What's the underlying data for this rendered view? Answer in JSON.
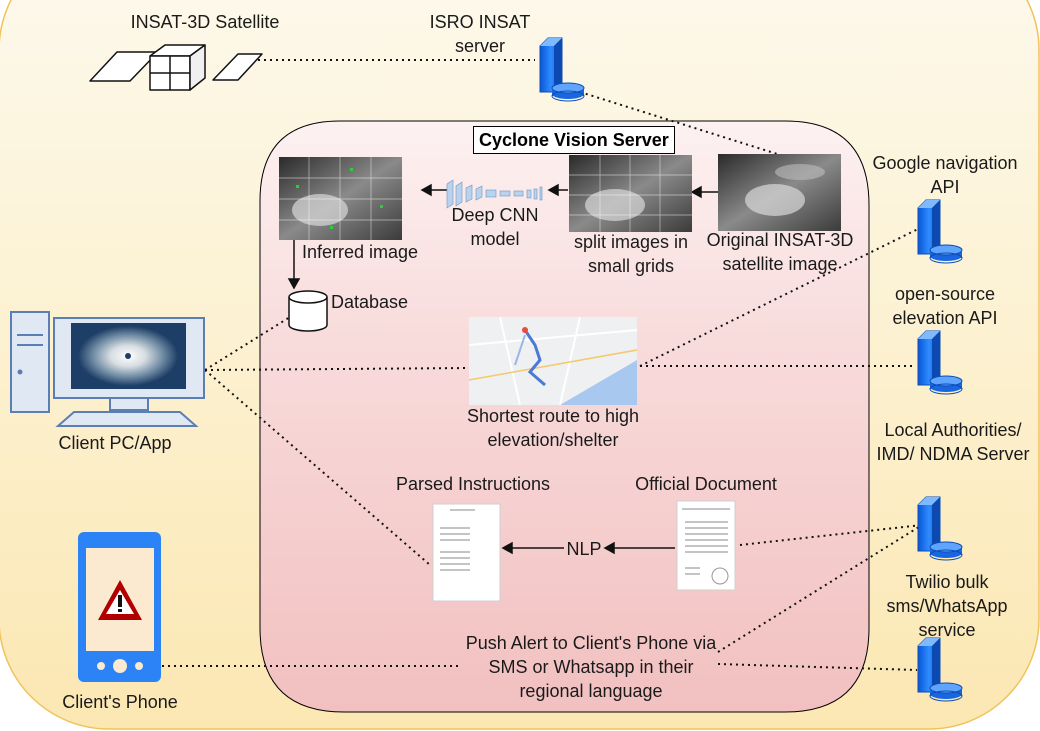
{
  "title": "Cyclone Vision Server",
  "nodes": {
    "satellite": "INSAT-3D Satellite",
    "isro_server": "ISRO INSAT server",
    "original_image": "Original INSAT-3D satellite image",
    "split_images": "split images in small grids",
    "cnn_model": "Deep CNN model",
    "inferred_image": "Inferred image",
    "database": "Database",
    "google_api": "Google navigation API",
    "elevation_api": "open-source elevation API",
    "shortest_route": "Shortest route to high elevation/shelter",
    "client_pc": "Client PC/App",
    "authorities_server": "Local Authorities/ IMD/ NDMA Server",
    "official_document": "Official Document",
    "parsed_instructions": "Parsed Instructions",
    "nlp": "NLP",
    "twilio": "Twilio bulk sms/WhatsApp service",
    "push_alert": "Push Alert to Client's Phone via SMS or Whatsapp in their regional language",
    "client_phone": "Client's Phone"
  },
  "colors": {
    "outer_bg_top": "#fdf7e8",
    "outer_bg_bottom": "#fbe9b8",
    "server_top": "#fbeeee",
    "server_bottom": "#f3c3c3",
    "server_icon": "#1a7cf5",
    "alert_red": "#b20000"
  },
  "icons": [
    "satellite-icon",
    "server-icon",
    "database-icon",
    "desktop-pc-icon",
    "mobile-phone-icon",
    "warning-icon",
    "neural-network-icon",
    "map-thumbnail",
    "document-icon"
  ]
}
